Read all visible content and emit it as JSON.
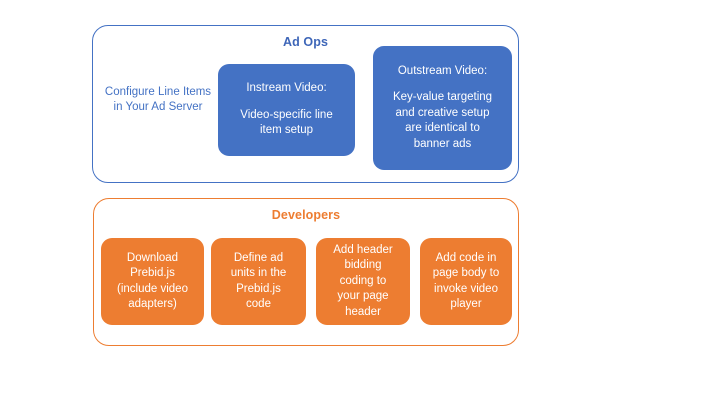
{
  "colors": {
    "blue": "#4472C4",
    "blue_title": "#3E66B8",
    "orange": "#ED7D31",
    "white": "#FFFFFF",
    "background": "#FFFFFF"
  },
  "diagram": {
    "type": "grouped-process-diagram",
    "groups": [
      {
        "id": "ad-ops",
        "title": "Ad Ops",
        "accent": "#4472C4",
        "plain_items": [
          {
            "id": "configure-line-items",
            "lines": [
              "Configure Line",
              "Items in Your Ad",
              "Server"
            ]
          }
        ],
        "cards": [
          {
            "id": "instream-video",
            "heading": "Instream Video:",
            "body_lines": [
              "Video-specific line",
              "item setup"
            ],
            "fill": "#4472C4"
          },
          {
            "id": "outstream-video",
            "heading": "Outstream Video:",
            "body_lines": [
              "Key-value targeting",
              "and creative setup",
              "are identical to",
              "banner ads"
            ],
            "fill": "#4472C4"
          }
        ]
      },
      {
        "id": "developers",
        "title": "Developers",
        "accent": "#ED7D31",
        "plain_items": [],
        "cards": [
          {
            "id": "download-prebid",
            "heading": "",
            "body_lines": [
              "Download",
              "Prebid.js",
              "(include video",
              "adapters)"
            ],
            "fill": "#ED7D31"
          },
          {
            "id": "define-ad-units",
            "heading": "",
            "body_lines": [
              "Define ad",
              "units in the",
              "Prebid.js",
              "code"
            ],
            "fill": "#ED7D31"
          },
          {
            "id": "add-header-bidding",
            "heading": "",
            "body_lines": [
              "Add header",
              "bidding",
              "coding to",
              "your page",
              "header"
            ],
            "fill": "#ED7D31"
          },
          {
            "id": "add-page-body-code",
            "heading": "",
            "body_lines": [
              "Add code in",
              "page body to",
              "invoke video",
              "player"
            ],
            "fill": "#ED7D31"
          }
        ]
      }
    ]
  }
}
